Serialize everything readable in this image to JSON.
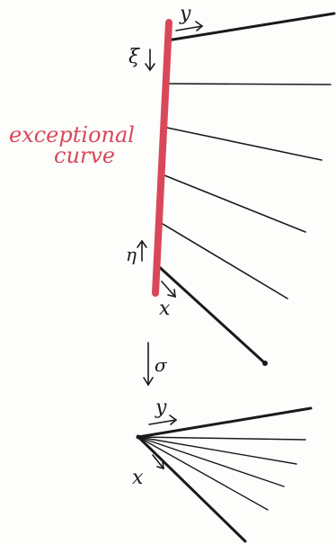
{
  "labels": {
    "exceptional_line1": "exceptional",
    "exceptional_line2": "curve",
    "y_top": "y",
    "xi": "ξ",
    "eta": "η",
    "x_top": "x",
    "sigma": "σ",
    "y_bottom": "y",
    "x_bottom": "x"
  },
  "colors": {
    "exceptional_curve": "#d9485a",
    "ink": "#1a1a1a"
  }
}
